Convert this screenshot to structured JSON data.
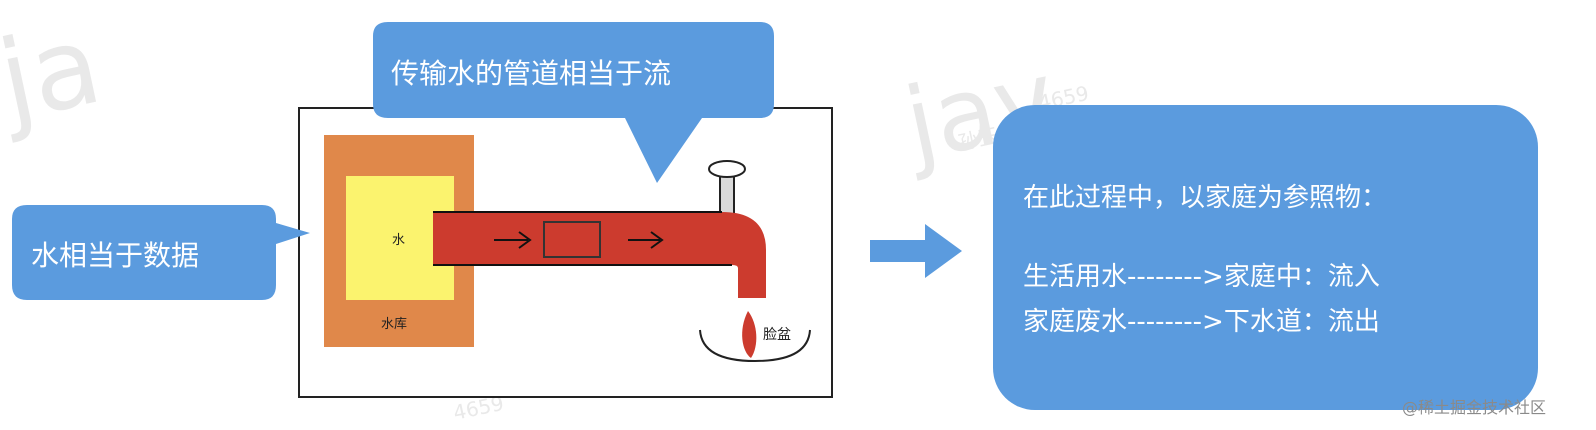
{
  "callouts": {
    "data": {
      "text": "水相当于数据"
    },
    "stream": {
      "text": "传输水的管道相当于流"
    }
  },
  "diagram": {
    "water_label": "水",
    "reservoir_label": "水库",
    "basin_label": "脸盆"
  },
  "explanation": {
    "heading": "在此过程中，以家庭为参照物：",
    "lines": [
      "生活用水-------->家庭中：流入",
      "家庭废水-------->下水道：流出"
    ]
  },
  "watermark": {
    "name": "孙玉昌",
    "number": "4659",
    "text_ja": "ja",
    "text_jav": "jav"
  },
  "credit": {
    "text": "@稀土掘金技术社区"
  },
  "colors": {
    "callout_blue": "#5B9BDE",
    "pipe_red": "#CC3B2E",
    "reservoir_orange": "#E0884A",
    "water_yellow": "#FBF36E",
    "faucet_gray": "#D9D9D9"
  }
}
